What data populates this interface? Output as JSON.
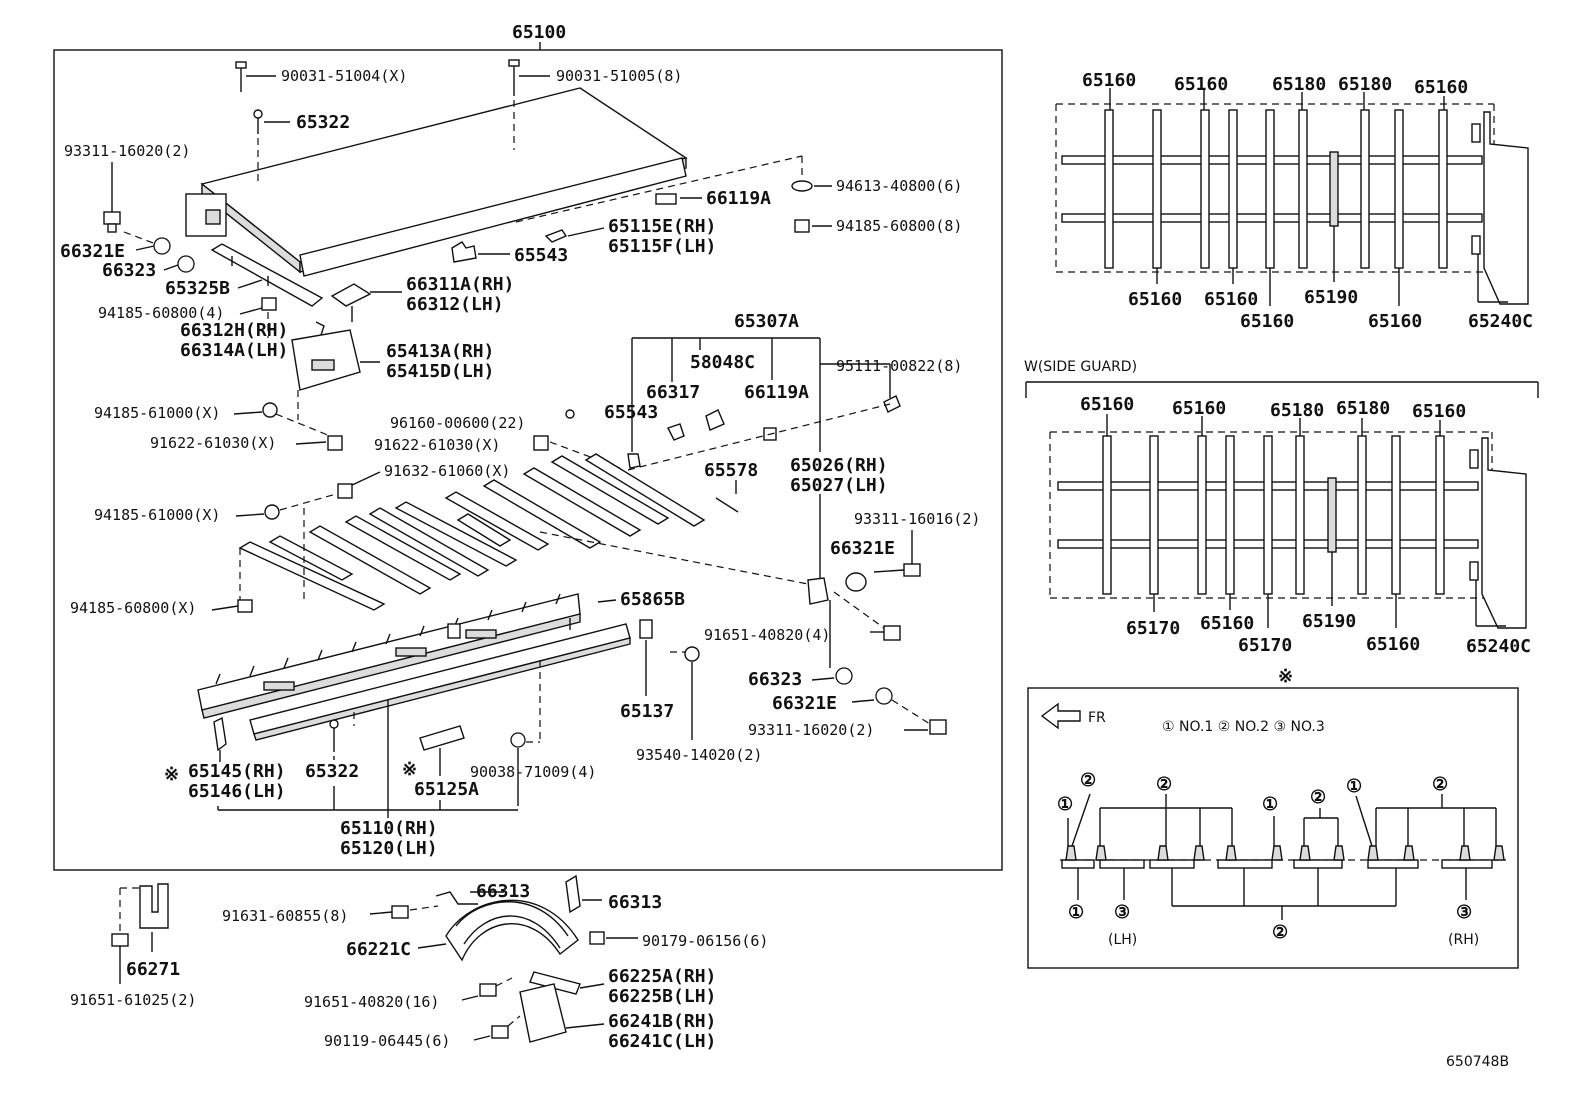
{
  "main_frame": {
    "title": "65100"
  },
  "main_labels": {
    "bolt_51004": "90031-51004(X)",
    "bolt_51005": "90031-51005(8)",
    "screw_65322_top": "65322",
    "bolt_93311_a": "93311-16020(2)",
    "p66119a_top": "66119A",
    "nut_94613": "94613-40800(6)",
    "nut_94185_top": "94185-60800(8)",
    "p65115e": "65115E(RH)",
    "p65115f": "65115F(LH)",
    "p66321e_left": "66321E",
    "p66323_left": "66323",
    "p65543_top": "65543",
    "p65325b": "65325B",
    "p66311a": "66311A(RH)",
    "p66312": "66312(LH)",
    "nut_94185_4": "94185-60800(4)",
    "p66312h": "66312H(RH)",
    "p66314a": "66314A(LH)",
    "p65413a": "65413A(RH)",
    "p65415d": "65415D(LH)",
    "p65307a": "65307A",
    "p58048c": "58048C",
    "p66317": "66317",
    "p66119a_mid": "66119A",
    "bolt_95111": "95111-00822(8)",
    "p65543_mid": "65543",
    "nut_94185_61000_a": "94185-61000(X)",
    "clip_96160": "96160-00600(22)",
    "bolt_91622_a": "91622-61030(X)",
    "bolt_91622_b": "91622-61030(X)",
    "p65578": "65578",
    "p65026": "65026(RH)",
    "p65027": "65027(LH)",
    "bolt_91632": "91632-61060(X)",
    "nut_94185_61000_b": "94185-61000(X)",
    "bolt_93311_16016": "93311-16016(2)",
    "p66321e_right": "66321E",
    "nut_94185_x": "94185-60800(X)",
    "p65865b": "65865B",
    "bolt_91651_40820": "91651-40820(4)",
    "p66323_right": "66323",
    "p66321e_low": "66321E",
    "p65137": "65137",
    "bolt_93311_b": "93311-16020(2)",
    "bolt_93540": "93540-14020(2)",
    "ref_mark_1": "※",
    "p65145": "65145(RH)",
    "p65146": "65146(LH)",
    "screw_65322_low": "65322",
    "ref_mark_2": "※",
    "p65125a": "65125A",
    "clip_90038": "90038-71009(4)",
    "p65110": "65110(RH)",
    "p65120": "65120(LH)"
  },
  "lower_labels": {
    "p66271": "66271",
    "bolt_91651_61025": "91651-61025(2)",
    "bolt_91631": "91631-60855(8)",
    "p66313_a": "66313",
    "p66313_b": "66313",
    "p66221c": "66221C",
    "nut_90179": "90179-06156(6)",
    "bolt_91651_16": "91651-40820(16)",
    "p66225a": "66225A(RH)",
    "p66225b": "66225B(LH)",
    "bolt_90119": "90119-06445(6)",
    "p66241b": "66241B(RH)",
    "p66241c": "66241C(LH)"
  },
  "top_right_view": {
    "top_labels": [
      "65160",
      "65160",
      "65180",
      "65180",
      "65160"
    ],
    "bottom_labels": [
      "65160",
      "65160",
      "65160",
      "65190",
      "65160",
      "65240C"
    ]
  },
  "side_guard_view": {
    "heading": "W(SIDE GUARD)",
    "top_labels": [
      "65160",
      "65160",
      "65180",
      "65180",
      "65160"
    ],
    "bottom_labels": [
      "65170",
      "65160",
      "65170",
      "65190",
      "65160",
      "65240C"
    ]
  },
  "legend_box": {
    "ref_mark": "※",
    "direction": "FR",
    "legend": "① NO.1 ② NO.2 ③ NO.3",
    "marks_top": [
      "①",
      "②",
      "②",
      "①",
      "②",
      "①",
      "②"
    ],
    "marks_bottom": [
      "①",
      "③",
      "②",
      "③"
    ],
    "side_lh": "(LH)",
    "side_rh": "(RH)"
  },
  "drawing_number": "650748B"
}
